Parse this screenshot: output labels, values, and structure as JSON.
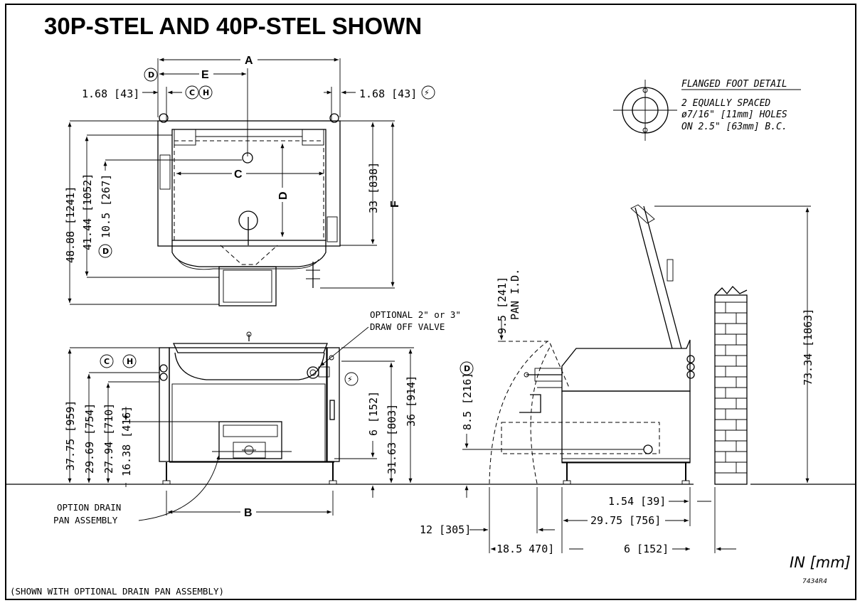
{
  "title": "30P-STEL AND 40P-STEL SHOWN",
  "footer_note": "(SHOWN WITH OPTIONAL DRAIN PAN ASSEMBLY)",
  "units": "IN [mm]",
  "drawing_ref": "7434R4",
  "flange_detail": {
    "heading": "FLANGED FOOT DETAIL",
    "line1": "2 EQUALLY SPACED",
    "line2": "ø7/16\" [11mm] HOLES",
    "line3": "ON 2.5\" [63mm] B.C."
  },
  "letters": {
    "a": "A",
    "b": "B",
    "c": "C",
    "d": "D",
    "e": "E",
    "f": "F"
  },
  "symbols": {
    "drain": "D",
    "cold": "C",
    "hot": "H",
    "electric": "⚡"
  },
  "top_view": {
    "left_offset": "1.68 [43]",
    "right_offset": "1.68 [43]",
    "depth_overall": "48.88 [1241]",
    "depth_mid": "41.44 [1052]",
    "drain_depth": "10.5 [267]",
    "depth_right": "33 [838]"
  },
  "front_view": {
    "valve_line1": "OPTIONAL 2\" or 3\"",
    "valve_line2": "DRAW OFF VALVE",
    "h_overall": "37.75 [959]",
    "h_2": "29.69 [754]",
    "h_3": "27.94 [710]",
    "h_4": "16.38 [416]",
    "h_r1": "6 [152]",
    "h_r2": "31.63 [803]",
    "h_r3": "36 [914]",
    "drain_line1": "OPTION DRAIN",
    "drain_line2": "PAN ASSEMBLY"
  },
  "side_view": {
    "pan_id": "9.5 [241]",
    "pan_id_label": "PAN I.D.",
    "drain_height": "8.5 [216]",
    "max_height": "73.34 [1863]",
    "d_154": "1.54 [39]",
    "d_2975": "29.75 [756]",
    "d_12": "12 [305]",
    "d_185": "18.5 470]",
    "d_6": "6 [152]"
  }
}
